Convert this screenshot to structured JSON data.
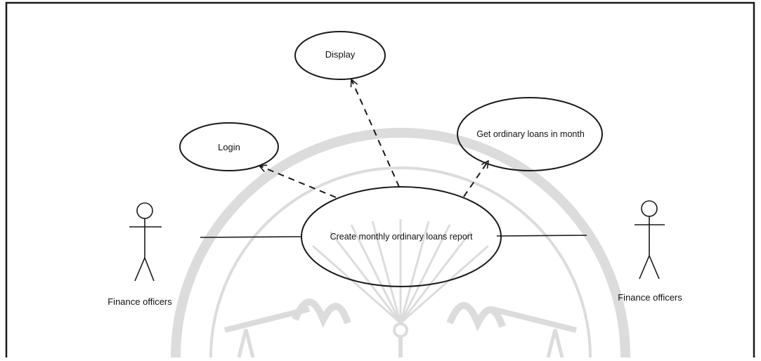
{
  "diagram": {
    "use_cases": {
      "display": "Display",
      "login": "Login",
      "get_loans": "Get ordinary loans in month",
      "create_report": "Create monthly ordinary  loans report"
    },
    "actors": {
      "left": "Finance officers",
      "right": "Finance officers"
    },
    "relations": [
      {
        "from": "Create monthly ordinary  loans report",
        "to": "Display",
        "style": "dashed-arrow"
      },
      {
        "from": "Create monthly ordinary  loans report",
        "to": "Login",
        "style": "dashed-arrow"
      },
      {
        "from": "Create monthly ordinary  loans report",
        "to": "Get ordinary loans in month",
        "style": "dashed-arrow"
      },
      {
        "from": "Finance officers",
        "to": "Create monthly ordinary  loans report",
        "style": "association"
      },
      {
        "from": "Create monthly ordinary  loans report",
        "to": "Finance officers",
        "style": "association"
      }
    ]
  },
  "colors": {
    "line": "#1a1a1a",
    "watermark": "#d9d9d9"
  }
}
